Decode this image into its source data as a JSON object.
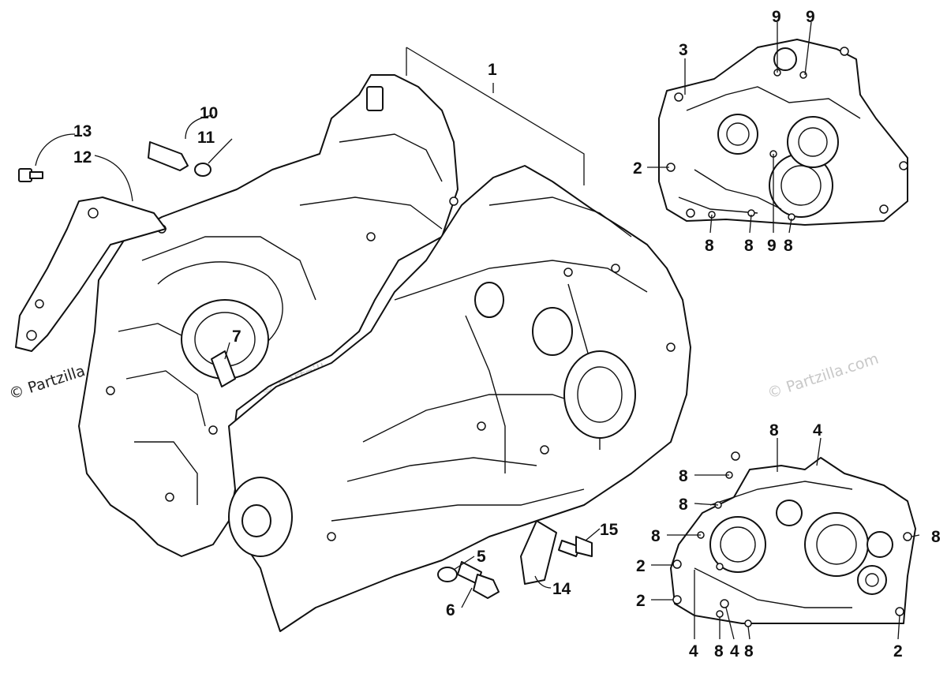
{
  "watermark": {
    "text": "© Partzilla.com"
  },
  "callouts": {
    "c1": "1",
    "c2": "2",
    "c3": "3",
    "c4": "4",
    "c5": "5",
    "c6": "6",
    "c7": "7",
    "c8": "8",
    "c9": "9",
    "c10": "10",
    "c11": "11",
    "c12": "12",
    "c13": "13",
    "c14": "14",
    "c15": "15"
  }
}
